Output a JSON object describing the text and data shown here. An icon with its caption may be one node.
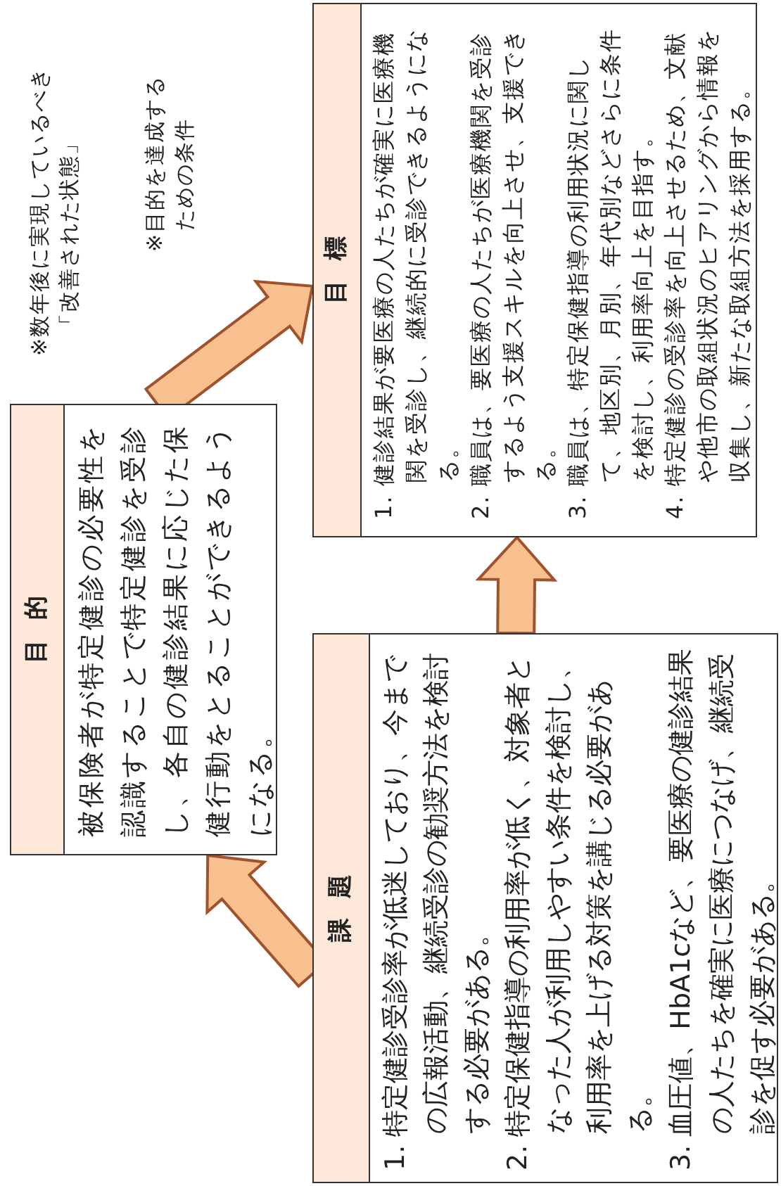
{
  "diagram": {
    "nodes": [
      {
        "text": [
          "課題",
          "1. 特定健診受診率が低迷しており、今までの広報活動、継続受診の勧奨方法を検討する必要がある。",
          "2. 特定保健指導の利用率が低く、対象者となった人が利用しやすい条件を検討し、利用率を上げる対策を講じる必要がある。",
          "3. 血圧値、HbA1cなど、要医療の健診結果の人たちを確実に医療につなげ、継続受診を促す必要がある。"
        ]
      },
      {
        "text": [
          "目的",
          "被保険者が特定健診の必要性を認識することで特定健診を受診し、各自の健診結果に応じた保健行動をとることができるようになる。"
        ]
      },
      {
        "text": [
          "目標",
          "1. 健診結果が要医療の人たちが確実に医療機関を受診し、継続的に受診できるようになる。",
          "2. 職員は、要医療の人たちが医療機関を受診するよう支援スキルを向上させ、支援できる。",
          "3. 職員は、特定保健指導の利用状況に関して、地区別、月別、年代別などさらに条件を検討し、利用率向上を目指す。",
          "4. 特定健診の受診率を向上させるため、文献や他市の取組状況のヒアリングから情報を収集し、新たな取組方法を採用する。"
        ]
      }
    ],
    "edges": [
      {
        "from": 0,
        "to": 1,
        "arrow": "to"
      },
      {
        "from": 0,
        "to": 2,
        "arrow": "to"
      },
      {
        "from": 1,
        "to": 2,
        "arrow": "to"
      }
    ],
    "labels": [
      "※数年後に実現しているべき「改善された状態」",
      "※目的を達成するための条件"
    ]
  }
}
